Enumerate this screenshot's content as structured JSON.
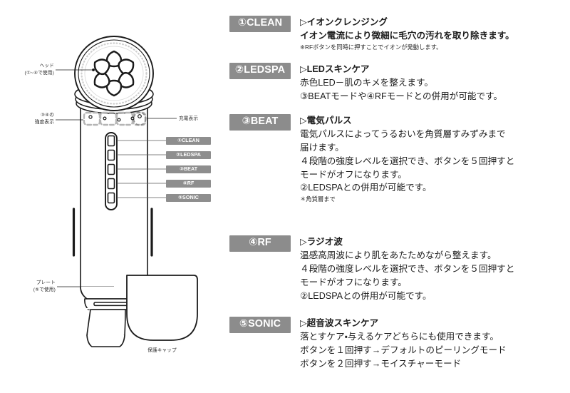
{
  "illustration": {
    "callouts": [
      {
        "name": "head",
        "line1": "ヘッド",
        "line2": "(①~④で使用)"
      },
      {
        "name": "intensity-indicator",
        "line1": "③④の",
        "line2": "強度表示"
      },
      {
        "name": "charge-indicator",
        "line1": "充電表示",
        "line2": ""
      },
      {
        "name": "plate",
        "line1": "プレート",
        "line2": "(⑤で使用)"
      },
      {
        "name": "protective-cap",
        "line1": "保護キャップ",
        "line2": ""
      }
    ],
    "button_badges": [
      "①CLEAN",
      "②LEDSPA",
      "③BEAT",
      "④RF",
      "⑤SONIC"
    ]
  },
  "modes": [
    {
      "badge": "①CLEAN",
      "heading": "▷イオンクレンジング",
      "lines": [
        "イオン電流により微細に毛穴の汚れを取り除きます。"
      ],
      "note": "※RFボタンを同時に押すことでイオンが発動します。"
    },
    {
      "badge": "②LEDSPA",
      "heading": "▷LEDスキンケア",
      "lines": [
        "赤色LED－肌のキメを整えます。",
        "③BEATモードや④RFモードとの併用が可能です。"
      ],
      "note": ""
    },
    {
      "badge": "③BEAT",
      "heading": "▷電気パルス",
      "lines": [
        "電気パルスによってうるおいを角質層すみずみまで",
        "届けます。",
        "４段階の強度レベルを選択でき、ボタンを５回押すと",
        "モードがオフになります。",
        "②LEDSPAとの併用が可能です。"
      ],
      "note": "＊角質層まで"
    },
    {
      "badge": "④RF",
      "heading": "▷ラジオ波",
      "lines": [
        "温感高周波により肌をあたためながら整えます。",
        "４段階の強度レベルを選択でき、ボタンを５回押すと",
        "モードがオフになります。",
        "②LEDSPAとの併用が可能です。"
      ],
      "note": ""
    },
    {
      "badge": "⑤SONIC",
      "heading": "▷超音波スキンケア",
      "lines": [
        "落とすケア・与えるケアどちらにも使用できます。",
        "ボタンを１回押す→デフォルトのピーリングモード",
        "ボタンを２回押す→モイスチャーモード"
      ],
      "note": ""
    }
  ],
  "colors": {
    "badge_gray": "#8c8c8c",
    "device_outline": "#1a1a1a",
    "device_fill": "#ffffff",
    "indicator_gray": "#b5b5b5",
    "text": "#1c1c1c"
  }
}
